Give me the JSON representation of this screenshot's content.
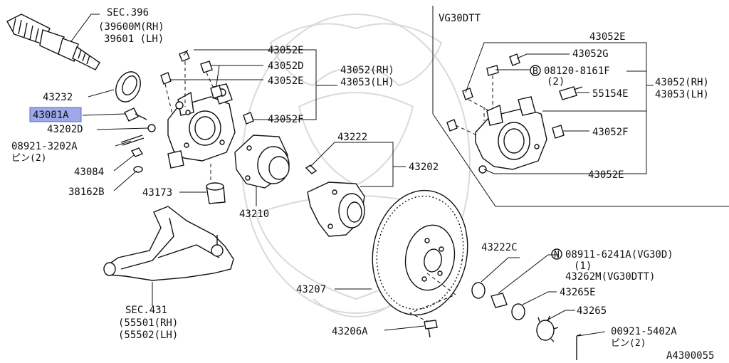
{
  "diagram": {
    "variant_label": "VG30DTT",
    "ref_code": "A4300055",
    "labels": {
      "sec396": "SEC.396",
      "p39600m": "(39600M(RH)",
      "p39601": "39601 (LH)",
      "p43232": "43232",
      "p43081a": "43081A",
      "p43202d": "43202D",
      "p08921_3202a": "08921-3202A",
      "pin2_a": "ピン(2)",
      "p43084": "43084",
      "p38162b": "38162B",
      "p43052e_1": "43052E",
      "p43052d": "43052D",
      "p43052e_2": "43052E",
      "p43052f_1": "43052F",
      "p43052rh_1": "43052(RH)",
      "p43053lh_1": "43053(LH)",
      "p43173": "43173",
      "p43210": "43210",
      "p43222": "43222",
      "p43202": "43202",
      "sec431": "SEC.431",
      "p55501": "(55501(RH)",
      "p55502": "(55502(LH)",
      "p43207": "43207",
      "p43222c": "43222C",
      "n_prefix": "N",
      "p08911_6241a": "08911-6241A(VG30D)",
      "qty1": "(1)",
      "p43262m": "43262M(VG30DTT)",
      "p43265e": "43265E",
      "p43265": "43265",
      "p43206a": "43206A",
      "p00921_5402a": "00921-5402A",
      "pin2_b": "ピン(2)",
      "t_43052e_1": "43052E",
      "t_43052g": "43052G",
      "b_prefix": "B",
      "t_08120_8161f": "08120-8161F",
      "qty2": "(2)",
      "t_55154e": "55154E",
      "t_43052f": "43052F",
      "t_43052e_2": "43052E",
      "t_43052rh": "43052(RH)",
      "t_43053lh": "43053(LH)"
    },
    "highlight_color": "#9fa8e8"
  }
}
